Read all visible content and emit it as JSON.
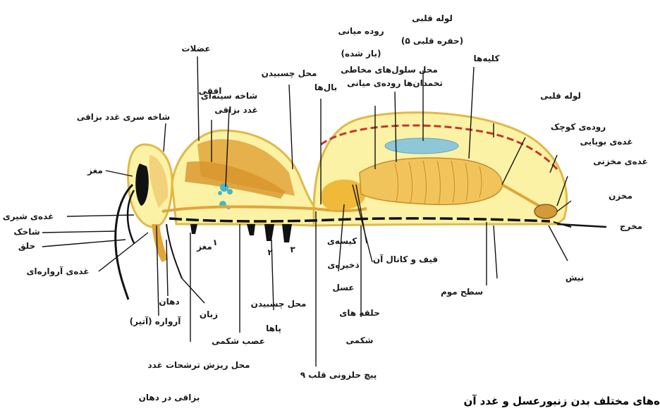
{
  "caption": "ه‌های مختلف بدن زنبورعسل و غدد آن",
  "labels": {
    "muscles": "عضلات",
    "horizontal": "افقی",
    "thoracic_piece": "شاخه سینه‌ای",
    "salivary_gland": "غدد بزاقی",
    "head_salivary": "شاخه سری غدد بزاقی",
    "brain": "مغز",
    "milk_gland": "غده‌ی شیری",
    "antenna": "شاخک",
    "pharynx": "حلق",
    "mandibular_gland": "غده‌ی آرواره‌ای",
    "mouth": "دهان",
    "mandible": "آرواره (آتیر)",
    "tongue": "زبان",
    "nerve_cord": "عصب شکمی",
    "salivary_outlet_1": "محل ریزش ترشحات غدد",
    "salivary_outlet_2": "بزاقی در دهان",
    "heart_spiral": "۹ پیچ حلزونی قلب",
    "legs": "پاها",
    "leg_attach": "محل چسبیدن",
    "brain_small": "مغز",
    "n1": "۱",
    "n2": "۲",
    "n3": "۳",
    "wing_attach": "محل چسبیدن",
    "wings": "بال‌ها",
    "midgut": "روده میانی",
    "midgut_open": "(باز شده)",
    "mucous_cells": "محل سلول‌های مخاطی",
    "ovaries": "تخمدان‌ها روده‌ی میانی",
    "heart_tube": "لوله قلبی",
    "heart_chambers": "(۵ حفره قلبی)",
    "kidneys": "کلیه‌ها",
    "heart_tube2": "لوله قلبی",
    "small_intestine": "روده‌ی کوچک",
    "scent_gland": "غده‌ی بویایی",
    "poison_gland": "غده‌ی مخزنی",
    "reservoir": "مخزن",
    "outlet": "مخرج",
    "sting": "نیش",
    "wax_surface": "سطح موم",
    "honey_sac_1": "کیسه‌ی",
    "honey_sac_2": "ذخیره‌ی",
    "honey_sac_3": "عسل",
    "funnel": "قیف و کانال آن",
    "ring_1": "حلقه های",
    "ring_2": "شکمی"
  },
  "colors": {
    "body_fill": "#fbf2a6",
    "body_edge": "#e0b948",
    "muscle": "#e2a53a",
    "gut": "#f0c45a",
    "kidney": "#8ec8d8",
    "dark": "#111111"
  }
}
